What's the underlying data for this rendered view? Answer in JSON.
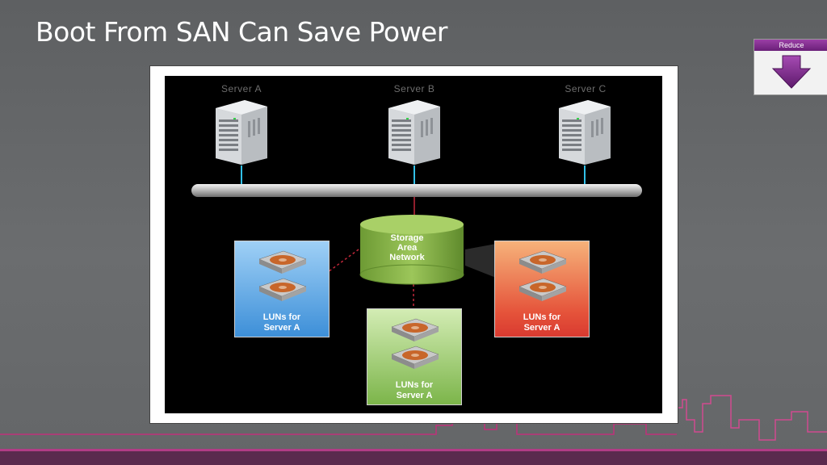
{
  "slide": {
    "title": "Boot From SAN Can Save Power"
  },
  "badge": {
    "label": "Reduce",
    "icon": "down-arrow-icon",
    "color": "#7b2a8a"
  },
  "diagram": {
    "servers": [
      {
        "label": "Server A"
      },
      {
        "label": "Server B"
      },
      {
        "label": "Server C"
      }
    ],
    "san": {
      "lines": [
        "Storage",
        "Area",
        "Network"
      ],
      "color": "#7fa843"
    },
    "lun_groups": [
      {
        "line1": "LUNs for",
        "line2": "Server A",
        "color": "#3d8fd8"
      },
      {
        "line1": "LUNs for",
        "line2": "Server A",
        "color": "#7cb54a"
      },
      {
        "line1": "LUNs for",
        "line2": "Server A",
        "color": "#e5533a"
      }
    ]
  }
}
